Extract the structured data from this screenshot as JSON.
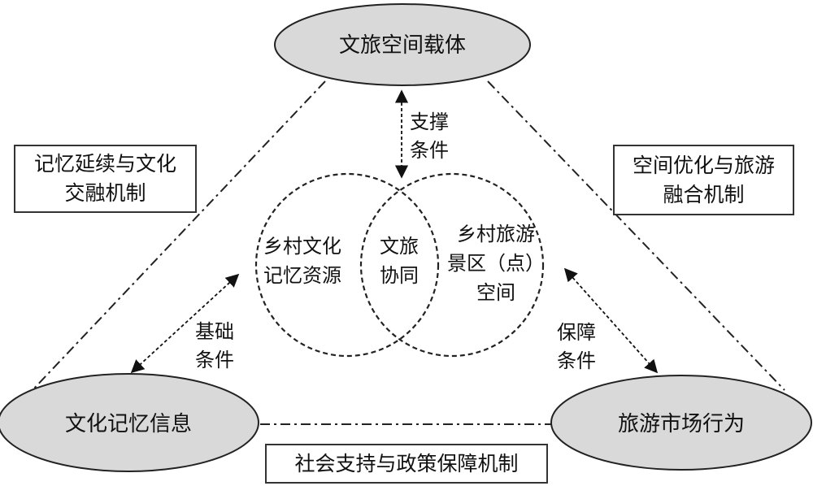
{
  "nodes": {
    "top": "文旅空间载体",
    "left": "文化记忆信息",
    "right": "旅游市场行为"
  },
  "circles": {
    "left": [
      "乡村文化",
      "记忆资源"
    ],
    "center": [
      "文旅",
      "协同"
    ],
    "right": [
      "乡村旅游",
      "景区（点）",
      "空间"
    ]
  },
  "arrow_labels": {
    "top": [
      "支撑",
      "条件"
    ],
    "left": [
      "基础",
      "条件"
    ],
    "right": [
      "保障",
      "条件"
    ]
  },
  "mechanisms": {
    "left": [
      "记忆延续与文化",
      "交融机制"
    ],
    "right": [
      "空间优化与旅游",
      "融合机制"
    ],
    "bottom": "社会支持与政策保障机制"
  },
  "colors": {
    "ellipse_fill": "#d9d9d9",
    "stroke": "#222222"
  }
}
